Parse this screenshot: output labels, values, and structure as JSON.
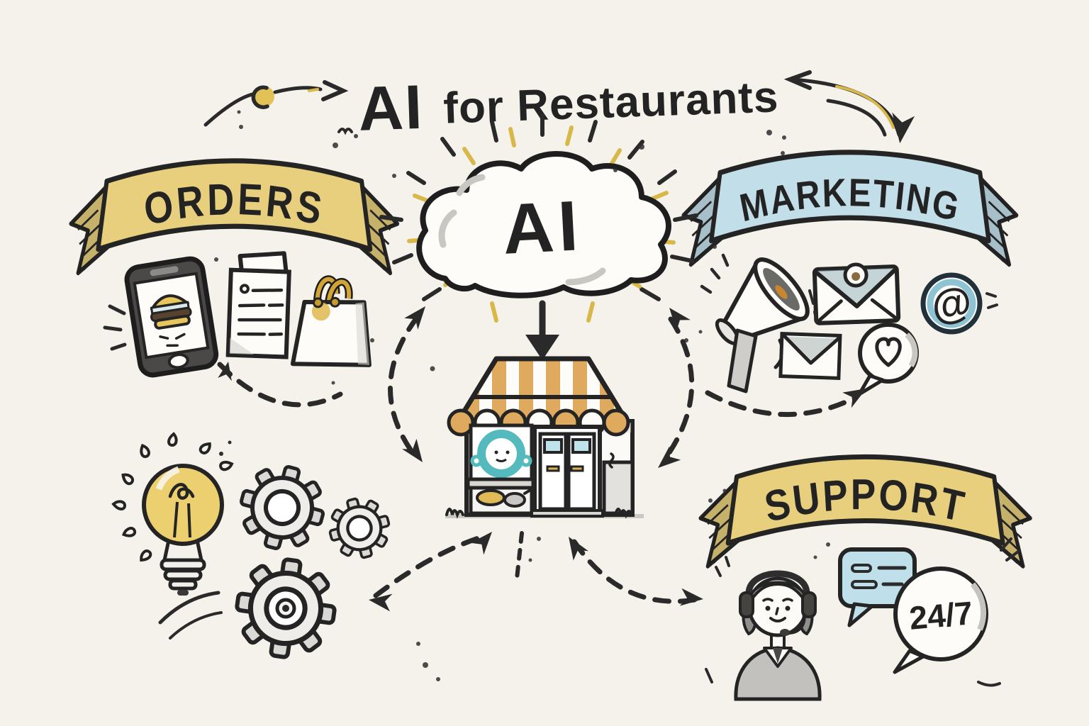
{
  "title": {
    "part1": "AI",
    "part2": "for Restaurants"
  },
  "center": {
    "cloud_label": "AI",
    "store": "restaurant-storefront"
  },
  "banners": {
    "orders": {
      "label": "ORDERS",
      "color": "#e7cf7d"
    },
    "marketing": {
      "label": "MARKETING",
      "color": "#c2dfe9"
    },
    "support": {
      "label": "SUPPORT",
      "color": "#e7cf7d"
    }
  },
  "sections": {
    "orders": {
      "icons": [
        "smartphone-burger-icon",
        "receipt-icon",
        "takeout-bag-icon"
      ]
    },
    "marketing": {
      "icons": [
        "megaphone-icon",
        "envelope-sealed-icon",
        "envelope-icon",
        "at-symbol-icon",
        "heart-speech-bubble-icon"
      ],
      "at_symbol": "@"
    },
    "support": {
      "icons": [
        "support-agent-icon",
        "chat-message-icon",
        "speech-bubble-24-7-icon"
      ],
      "badge": "24/7"
    },
    "ideas_automation": {
      "icons": [
        "lightbulb-icon",
        "gear-icon",
        "gear-icon",
        "gear-icon"
      ]
    }
  },
  "colors": {
    "paper": "#f5f2ec",
    "ink": "#242424",
    "accent_yellow": "#e7cf7d",
    "accent_blue": "#c2dfe9",
    "awning_orange": "#dfa95e",
    "teal_logo": "#55babd",
    "bulb_yellow": "#ecd06f",
    "highlight_yellow": "#d9b84a"
  }
}
